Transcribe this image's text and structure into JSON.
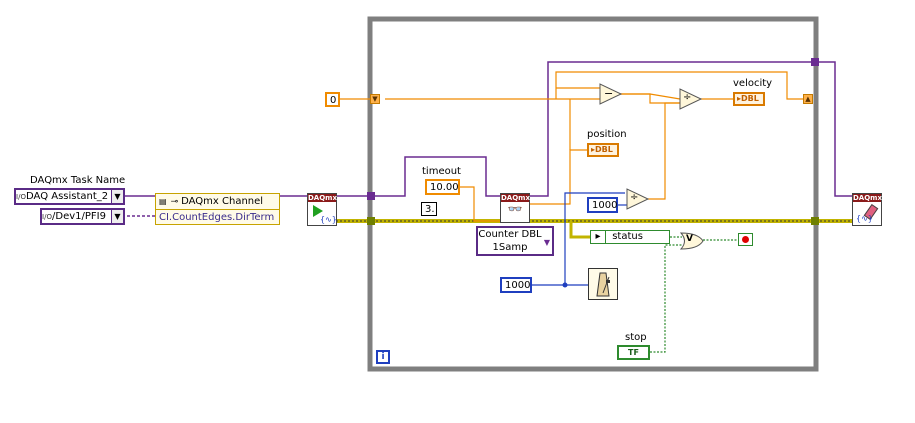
{
  "task_name": {
    "label": "DAQmx Task Name",
    "io_icon": "I/O",
    "value": "DAQ Assistant_2"
  },
  "channel_ctl": {
    "io_icon": "I/O",
    "value": "/Dev1/PFI9"
  },
  "property_node": {
    "class": "DAQmx Channel",
    "property": "CI.CountEdges.DirTerm"
  },
  "daqmx": {
    "badge": "DAQmx"
  },
  "zero_const": "0",
  "timeout": {
    "label": "timeout",
    "value": "10.00"
  },
  "samples_const": "3.",
  "read_selector": {
    "line1": "Counter DBL",
    "line2": "1Samp"
  },
  "divisor_1000_a": "1000",
  "divisor_1000_b": "1000",
  "position_ind": {
    "label": "position",
    "type": "DBL"
  },
  "velocity_ind": {
    "label": "velocity",
    "type": "DBL"
  },
  "status_unbundle": "status",
  "stop_ctl": {
    "label": "stop",
    "value": "TF"
  },
  "loop_iteration": "i",
  "ops": {
    "subtract": "−",
    "divide": "÷",
    "or": "V"
  },
  "colors": {
    "loop_border": "#7f7f7f",
    "task_wire": "#6a2c91",
    "error_wire": "#c2b400",
    "dbl_wire": "#f08b00",
    "int_wire": "#1f3fbf",
    "bool_wire": "#2e8b2e"
  }
}
